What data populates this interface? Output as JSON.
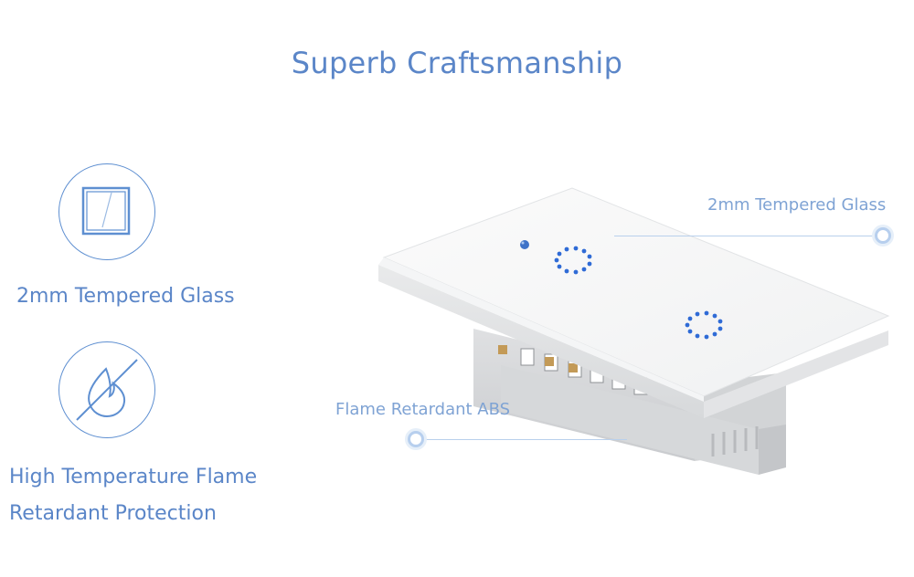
{
  "page": {
    "title": "Superb Craftsmanship",
    "accent_color": "#5b86c8"
  },
  "features": [
    {
      "icon": "glass-panel-icon",
      "label": "2mm Tempered Glass"
    },
    {
      "icon": "flame-retardant-icon",
      "label_line1": "High Temperature Flame",
      "label_line2": "Retardant Protection"
    }
  ],
  "callouts": {
    "glass": "2mm Tempered Glass",
    "abs": "Flame Retardant ABS"
  },
  "product": {
    "image": "two-gang-touch-switch",
    "touch_buttons": 2
  }
}
